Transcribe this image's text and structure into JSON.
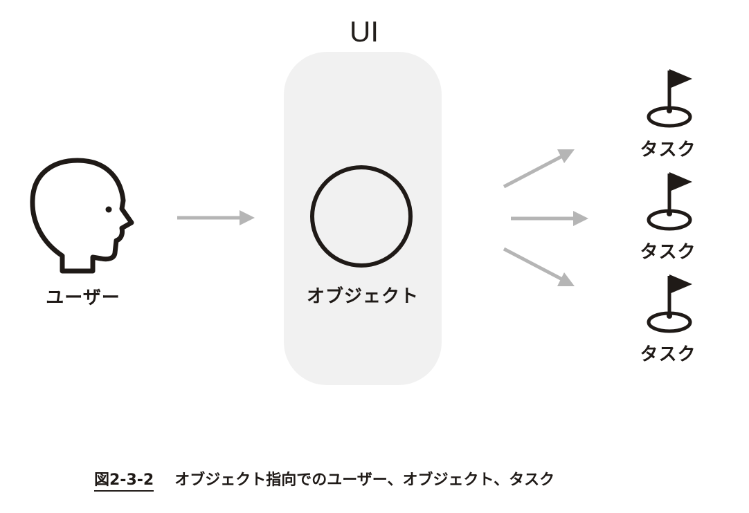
{
  "diagram": {
    "ui_title": "UI",
    "user_label": "ユーザー",
    "object_label": "オブジェクト",
    "tasks": [
      {
        "label": "タスク"
      },
      {
        "label": "タスク"
      },
      {
        "label": "タスク"
      }
    ]
  },
  "caption": {
    "number": "図2-3-2",
    "text": "オブジェクト指向でのユーザー、オブジェクト、タスク"
  },
  "colors": {
    "ink": "#1f1a17",
    "panel": "#f1f1f1",
    "arrow": "#b5b5b5"
  },
  "icons": [
    "user-head-icon",
    "flag-icon"
  ]
}
